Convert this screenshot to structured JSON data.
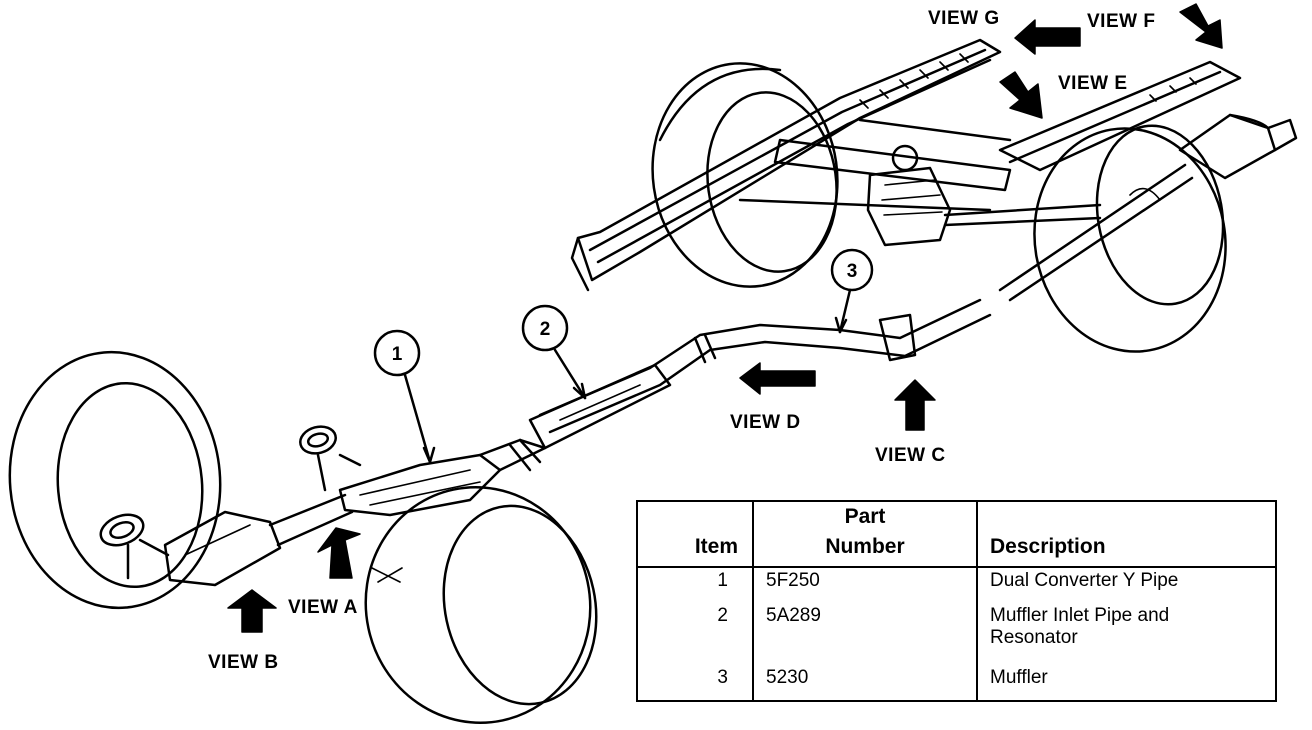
{
  "diagram": {
    "views": {
      "a": "VIEW A",
      "b": "VIEW B",
      "c": "VIEW C",
      "d": "VIEW D",
      "e": "VIEW E",
      "f": "VIEW F",
      "g": "VIEW G"
    },
    "callouts": [
      "1",
      "2",
      "3"
    ]
  },
  "parts_table": {
    "headers": {
      "item": "Item",
      "part_number_line1": "Part",
      "part_number_line2": "Number",
      "description": "Description"
    },
    "rows": [
      {
        "item": "1",
        "part_number": "5F250",
        "description": "Dual Converter Y Pipe"
      },
      {
        "item": "2",
        "part_number": "5A289",
        "description_line1": "Muffler Inlet Pipe and",
        "description_line2": "Resonator"
      },
      {
        "item": "3",
        "part_number": "5230",
        "description": "Muffler"
      }
    ]
  }
}
